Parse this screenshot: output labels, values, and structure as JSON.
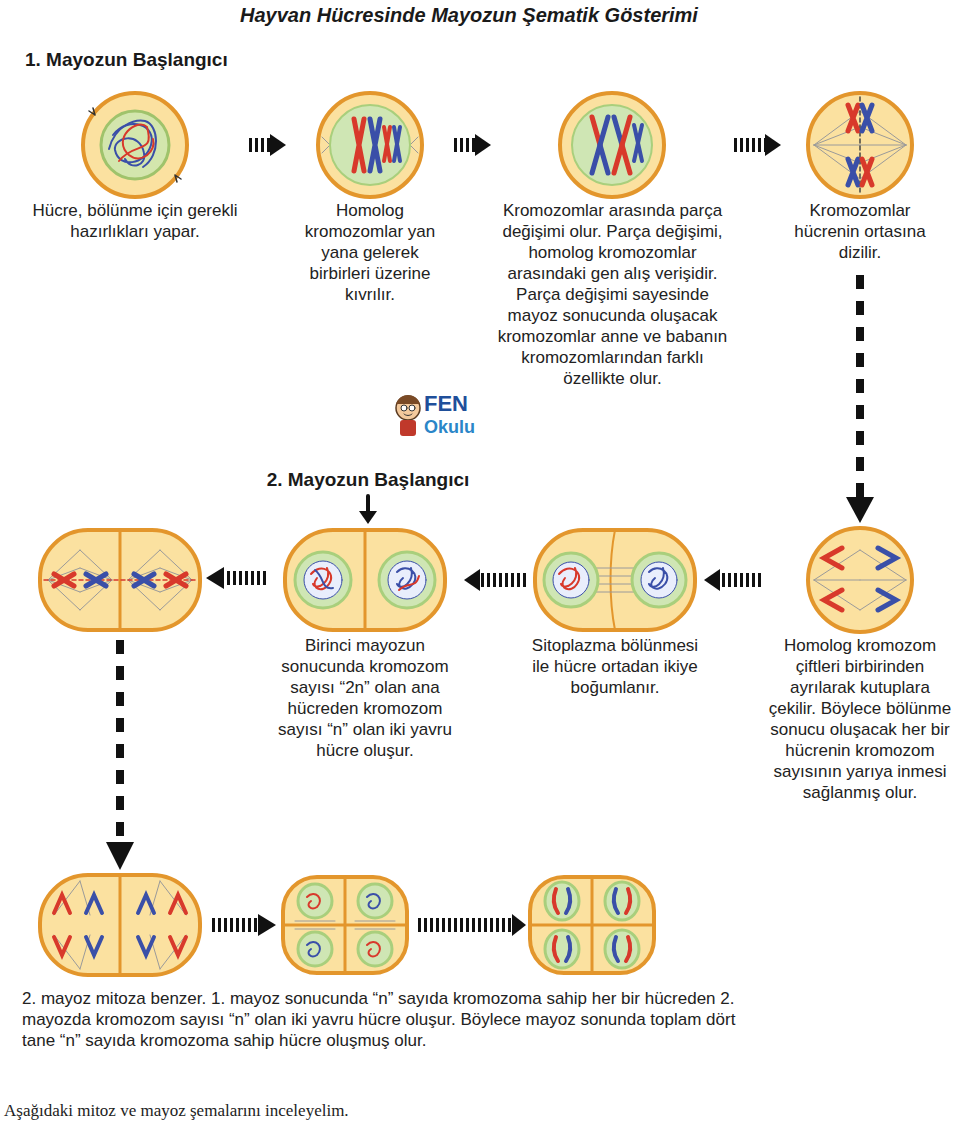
{
  "diagram": {
    "title": "Hayvan Hücresinde Mayozun Şematik Gösterimi",
    "nodes": [
      {
        "text": [
          "Hücre, bölünme için gerekli hazırlıkları yapar."
        ]
      },
      {
        "text": [
          "Homolog kromozomlar yan yana gelerek birbirleri üzerine kıvrılır."
        ]
      },
      {
        "text": [
          "Kromozomlar arasında parça değişimi olur. Parça değişimi, homolog kromozomlar arasındaki gen alış verişidir. Parça değişimi sayesinde mayoz sonucunda oluşacak kromozomlar anne ve babanın kromozomlarından farklı özellikte olur."
        ]
      },
      {
        "text": [
          "Kromozomlar hücrenin ortasına dizilir."
        ]
      },
      {
        "text": [
          "Homolog kromozom çiftleri birbirinden ayrılarak kutuplara çekilir. Böylece bölünme sonucu oluşacak her bir hücrenin kromozom sayısının yarıya inmesi sağlanmış olur."
        ]
      },
      {
        "text": [
          "Sitoplazma bölünmesi ile hücre ortadan ikiye boğumlanır."
        ]
      },
      {
        "text": [
          "Birinci mayozun sonucunda kromozom sayısı “2n” olan ana hücreden kromozom sayısı “n” olan iki yavru hücre oluşur."
        ]
      }
    ],
    "edges": [
      {
        "from": 0,
        "to": 1,
        "arrow": "to"
      },
      {
        "from": 1,
        "to": 2,
        "arrow": "to"
      },
      {
        "from": 2,
        "to": 3,
        "arrow": "to"
      },
      {
        "from": 3,
        "to": 4,
        "arrow": "to"
      },
      {
        "from": 4,
        "to": 5,
        "arrow": "to"
      },
      {
        "from": 5,
        "to": 6,
        "arrow": "to"
      }
    ],
    "labels": [
      "1. Mayozun Başlangıcı",
      "2. Mayozun Başlangıcı",
      "FEN",
      "Okulu",
      "2. mayoz mitoza benzer. 1. mayoz sonucunda “n” sayıda kromozoma sahip her bir hücreden 2. mayozda kromozom sayısı “n” olan iki yavru hücre oluşur. Böylece mayoz sonunda toplam dört tane “n” sayıda kromozoma sahip hücre oluşmuş olur.",
      "Aşağıdaki mitoz ve mayoz şemalarını inceleyelim."
    ]
  }
}
